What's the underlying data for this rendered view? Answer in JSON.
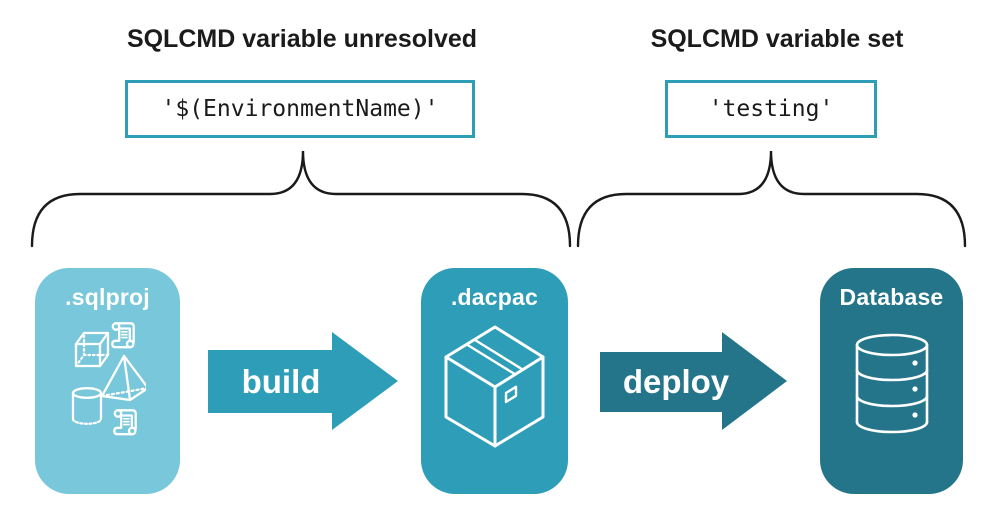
{
  "annotations": {
    "left": {
      "title": "SQLCMD variable unresolved",
      "code": "'$(EnvironmentName)'"
    },
    "right": {
      "title": "SQLCMD variable set",
      "code": "'testing'"
    }
  },
  "pipeline": {
    "stages": [
      {
        "label": ".sqlproj",
        "color": "#79c7db",
        "icon": "sql-objects-icon"
      },
      {
        "label": ".dacpac",
        "color": "#2e9db7",
        "icon": "package-icon"
      },
      {
        "label": "Database",
        "color": "#24758a",
        "icon": "database-icon"
      }
    ],
    "arrows": [
      {
        "label": "build",
        "color": "#2e9db7"
      },
      {
        "label": "deploy",
        "color": "#24758a"
      }
    ]
  },
  "colors": {
    "background": "#ffffff",
    "accent_teal": "#2e9db7",
    "dark_teal": "#24758a",
    "light_blue": "#79c7db",
    "code_border": "#2e9db7",
    "text": "#1a1a1a",
    "brace": "#1a1a1a",
    "icon_stroke": "#ffffff"
  }
}
